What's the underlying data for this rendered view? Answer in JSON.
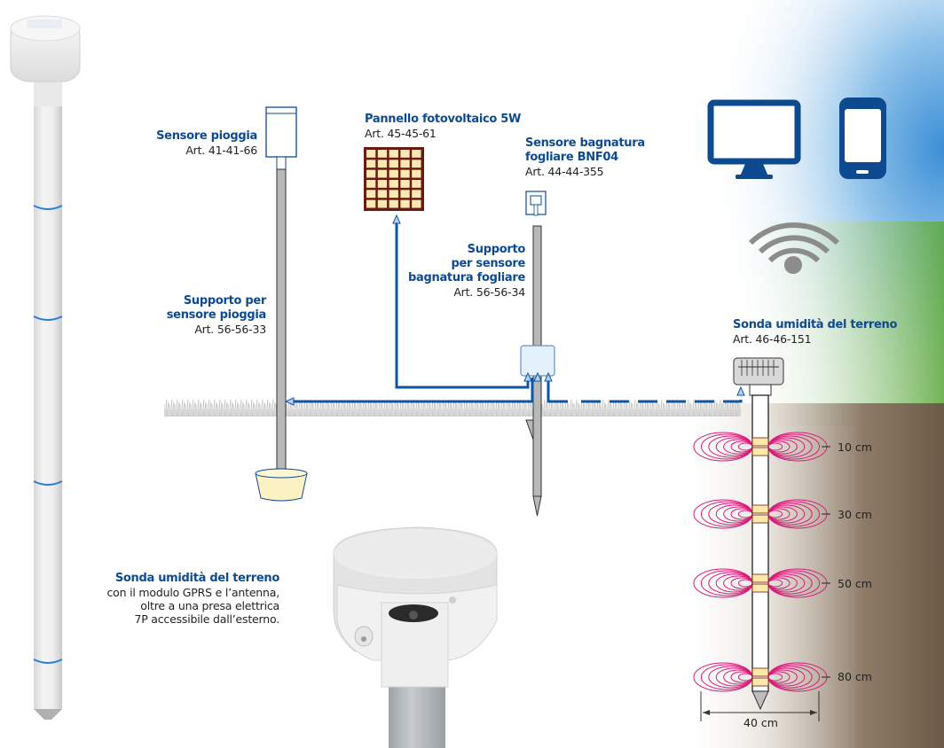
{
  "title": "Stazione sonda umidità del terreno - schema di installazione",
  "colors": {
    "brand_blue": "#0d4a8f",
    "cable_blue": "#0d56a6",
    "pole_gray": "#b8b8b8",
    "panel_brown": "#6b1a0f",
    "panel_fill": "#fbe9b4",
    "field_pink": "#d81b7a",
    "sensor_band": "#fde9a8",
    "box_fill": "#e4f1fc",
    "wifi_gray": "#8c8c8c",
    "probe_stripe": "#2a7fd4"
  },
  "components": {
    "rain_sensor": {
      "title": "Sensore pioggia",
      "art": "Art. 41-41-66"
    },
    "rain_support": {
      "title_lines": [
        "Supporto per",
        "sensore pioggia"
      ],
      "art": "Art. 56-56-33"
    },
    "solar_panel": {
      "title": "Pannello fotovoltaico 5W",
      "art": "Art. 45-45-61"
    },
    "leaf_sensor": {
      "title_lines": [
        "Sensore bagnatura",
        "fogliare BNF04"
      ],
      "art": "Art. 44-44-355"
    },
    "leaf_support": {
      "title_lines": [
        "Supporto",
        "per sensore",
        "bagnatura fogliare"
      ],
      "art": "Art. 56-56-34"
    },
    "soil_probe": {
      "title": "Sonda umidità del terreno",
      "art": "Art. 46-46-151"
    },
    "probe_photo_caption": {
      "title": "Sonda umidità del terreno",
      "lines": [
        "con il modulo GPRS e l’antenna,",
        "oltre a una presa elettrica",
        "7P accessibile dall’esterno."
      ]
    }
  },
  "connectivity": {
    "icons": [
      "monitor-icon",
      "smartphone-icon",
      "wifi-icon"
    ]
  },
  "depths": [
    "10 cm",
    "30 cm",
    "50 cm",
    "80 cm"
  ],
  "field_width": "40 cm"
}
